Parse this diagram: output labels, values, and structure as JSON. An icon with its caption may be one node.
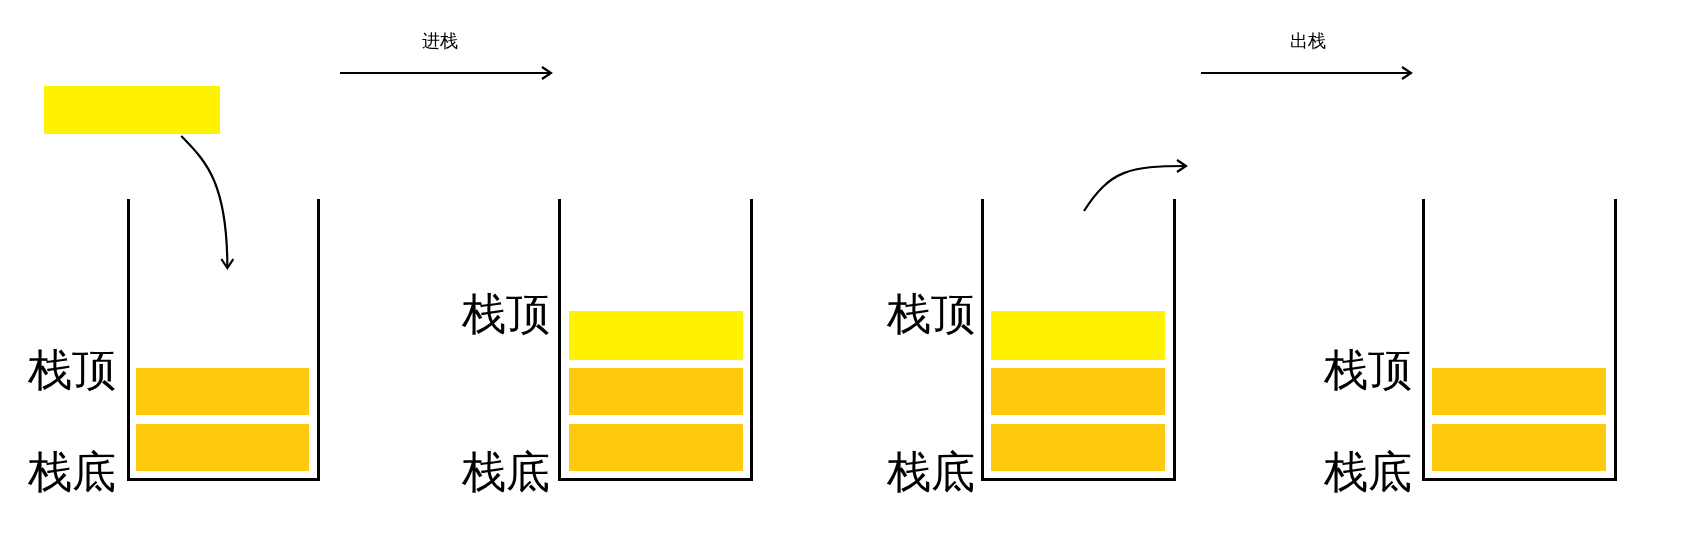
{
  "diagram": {
    "nodes": [
      {
        "text": [],
        "shape": "bar"
      },
      {
        "text": [],
        "shape": "box",
        "beside": [
          "栈顶",
          "栈底"
        ]
      },
      {
        "text": [],
        "shape": "bar",
        "in": 1
      },
      {
        "text": [],
        "shape": "bar",
        "in": 1
      },
      {
        "text": [],
        "shape": "box",
        "beside": [
          "栈顶",
          "栈底"
        ]
      },
      {
        "text": [],
        "shape": "bar",
        "in": 4
      },
      {
        "text": [],
        "shape": "bar",
        "in": 4
      },
      {
        "text": [],
        "shape": "bar",
        "in": 4
      },
      {
        "text": [],
        "shape": "box",
        "beside": [
          "栈顶",
          "栈底"
        ]
      },
      {
        "text": [],
        "shape": "bar",
        "in": 8
      },
      {
        "text": [],
        "shape": "bar",
        "in": 8
      },
      {
        "text": [],
        "shape": "bar",
        "in": 8
      },
      {
        "text": [],
        "shape": "box",
        "beside": [
          "栈顶",
          "栈底"
        ]
      },
      {
        "text": [],
        "shape": "bar",
        "in": 12
      },
      {
        "text": [],
        "shape": "bar",
        "in": 12
      }
    ],
    "edges": [
      {
        "from": 0,
        "to": 1,
        "arrow": "to"
      }
    ],
    "labels": [
      "进栈",
      "出栈"
    ]
  }
}
